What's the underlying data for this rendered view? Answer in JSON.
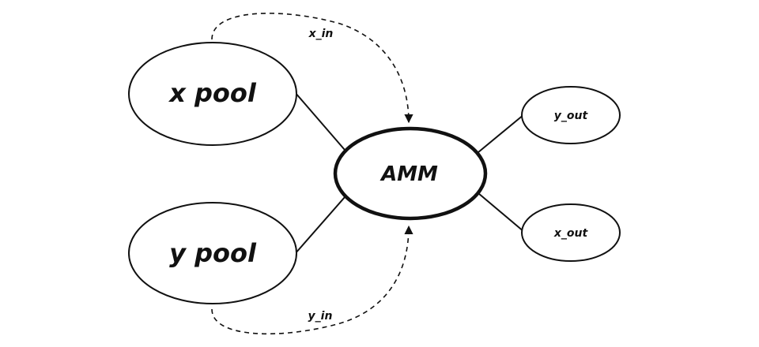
{
  "nodes": {
    "x_pool": {
      "label": "x pool"
    },
    "y_pool": {
      "label": "y pool"
    },
    "amm": {
      "label": "AMM",
      "color": "#3b4ea0"
    },
    "y_out": {
      "label": "y_out"
    },
    "x_out": {
      "label": "x_out"
    }
  },
  "flows": {
    "x_in": {
      "label": "x_in"
    },
    "y_in": {
      "label": "y_in"
    }
  }
}
